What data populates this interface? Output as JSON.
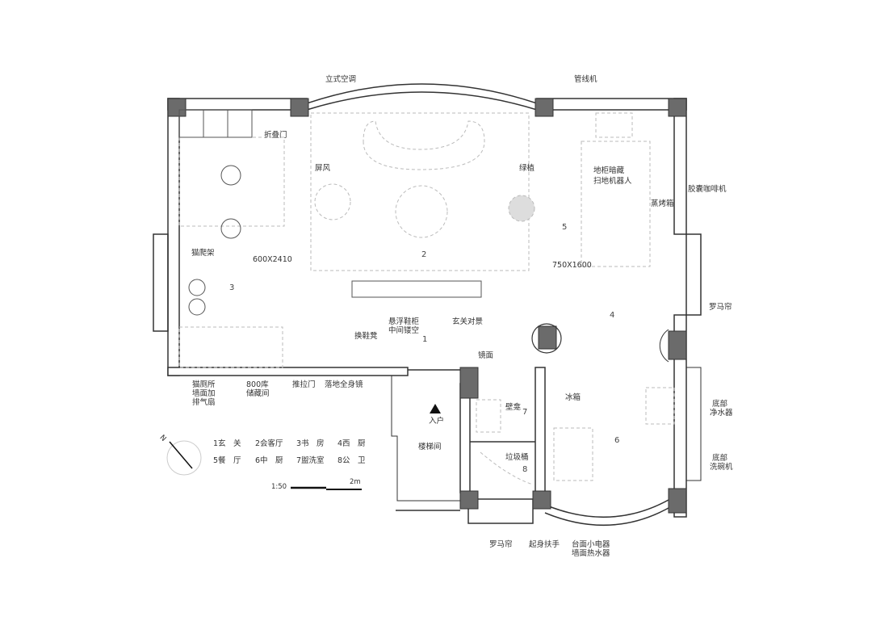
{
  "plan": {
    "room_numbers": [
      "1",
      "2",
      "3",
      "4",
      "5",
      "6",
      "7",
      "8"
    ],
    "annotations": {
      "standing_ac": "立式空调",
      "pipe_machine": "管线机",
      "folding_door": "折叠门",
      "screen": "屏风",
      "plant": "绿植",
      "robot_cabinet_1": "地柜暗藏",
      "robot_cabinet_2": "扫地机器人",
      "coffee_machine": "胶囊咖啡机",
      "steam_oven": "蒸烤箱",
      "cat_tree": "猫爬架",
      "study_size": "600X2410",
      "dining_size": "750X1600",
      "roman_blind_right": "罗马帘",
      "shoe_cabinet_1": "悬浮鞋柜",
      "shoe_cabinet_2": "中间镂空",
      "entry_view": "玄关对景",
      "shoe_bench": "换鞋凳",
      "mirror": "镜面",
      "cat_toilet_1": "猫厕所",
      "cat_toilet_2": "墙面加",
      "cat_toilet_3": "排气扇",
      "storage_1": "800库",
      "storage_2": "储藏间",
      "sliding_door": "推拉门",
      "full_mirror": "落地全身镜",
      "fridge": "冰箱",
      "niche": "壁龛",
      "entrance": "入户",
      "stairwell": "楼梯间",
      "trash": "垃圾桶",
      "purifier_1": "底部",
      "purifier_2": "净水器",
      "dishwasher_1": "底部",
      "dishwasher_2": "洗碗机",
      "roman_blind_bottom": "罗马帘",
      "grab_bar": "起身扶手",
      "appliances_1": "台面小电器",
      "appliances_2": "墙面热水器"
    }
  },
  "legend": {
    "north": "N",
    "rooms": [
      "1玄　关",
      "2会客厅",
      "3书　房",
      "4西　厨",
      "5餐　厅",
      "6中　厨",
      "7盥洗室",
      "8公　卫"
    ],
    "scale": "1:50",
    "scale_length": "2m"
  },
  "colors": {
    "wall": "#333333",
    "column": "#6b6b6b",
    "dashed": "#bbbbbb"
  }
}
